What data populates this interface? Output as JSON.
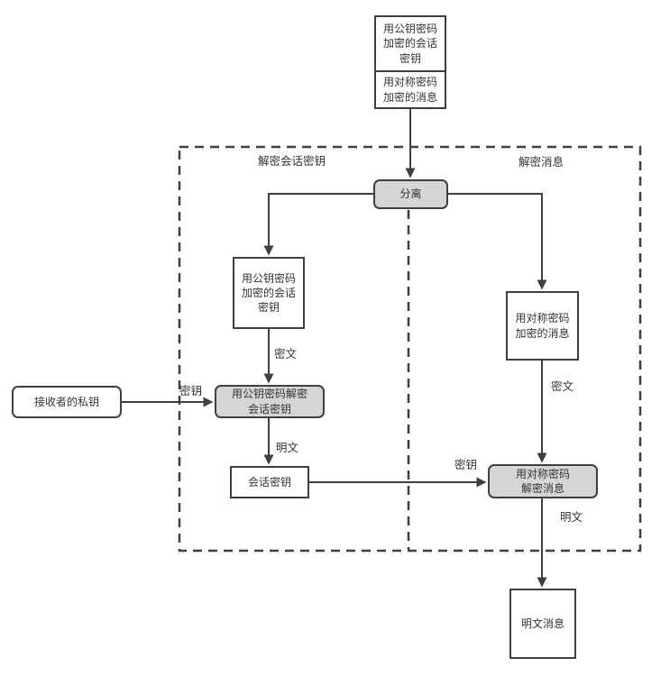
{
  "diagram": {
    "title_hint": "hybrid-cryptosystem-decryption-flow",
    "sections": {
      "left_label": "解密会话密钥",
      "right_label": "解密消息"
    },
    "nodes": {
      "input_encrypted_session_key": "用公钥密码\n加密的会话\n密钥",
      "input_encrypted_message": "用对称密码\n加密的消息",
      "separate": "分离",
      "encrypted_session_key": "用公钥密码\n加密的会话\n密钥",
      "decrypt_session_key": "用公钥密码解密\n会话密钥",
      "session_key": "会话密钥",
      "receiver_private_key": "接收者的私钥",
      "encrypted_message": "用对称密码\n加密的消息",
      "decrypt_message": "用对称密码\n解密消息",
      "plaintext_message": "明文消息"
    },
    "edge_labels": {
      "ciphertext_left": "密文",
      "key_left": "密钥",
      "plaintext_left": "明文",
      "ciphertext_right": "密文",
      "key_right": "密钥",
      "plaintext_right": "明文"
    },
    "colors": {
      "line": "#3f3f3f",
      "process_fill": "#d5d5d5",
      "data_fill": "#ffffff",
      "text": "#333333"
    }
  }
}
